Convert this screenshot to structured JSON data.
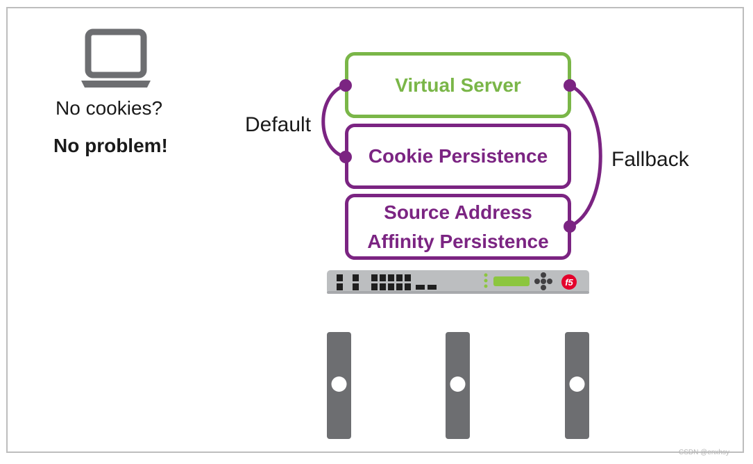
{
  "client": {
    "question": "No cookies?",
    "answer": "No problem!"
  },
  "boxes": {
    "virtual_server": "Virtual Server",
    "cookie_persistence": "Cookie Persistence",
    "source_line1": "Source Address",
    "source_line2": "Affinity Persistence"
  },
  "labels": {
    "default": "Default",
    "fallback": "Fallback"
  },
  "device": {
    "logo": "f5"
  },
  "watermark": "CSDN @enxhsy",
  "colors": {
    "green": "#7ab648",
    "purple": "#7b2482",
    "gray": "#6d6e71",
    "device_green": "#8cc63f",
    "f5_red": "#e4002b"
  },
  "icons": [
    "laptop-icon",
    "f5-appliance-icon",
    "server-icon"
  ]
}
